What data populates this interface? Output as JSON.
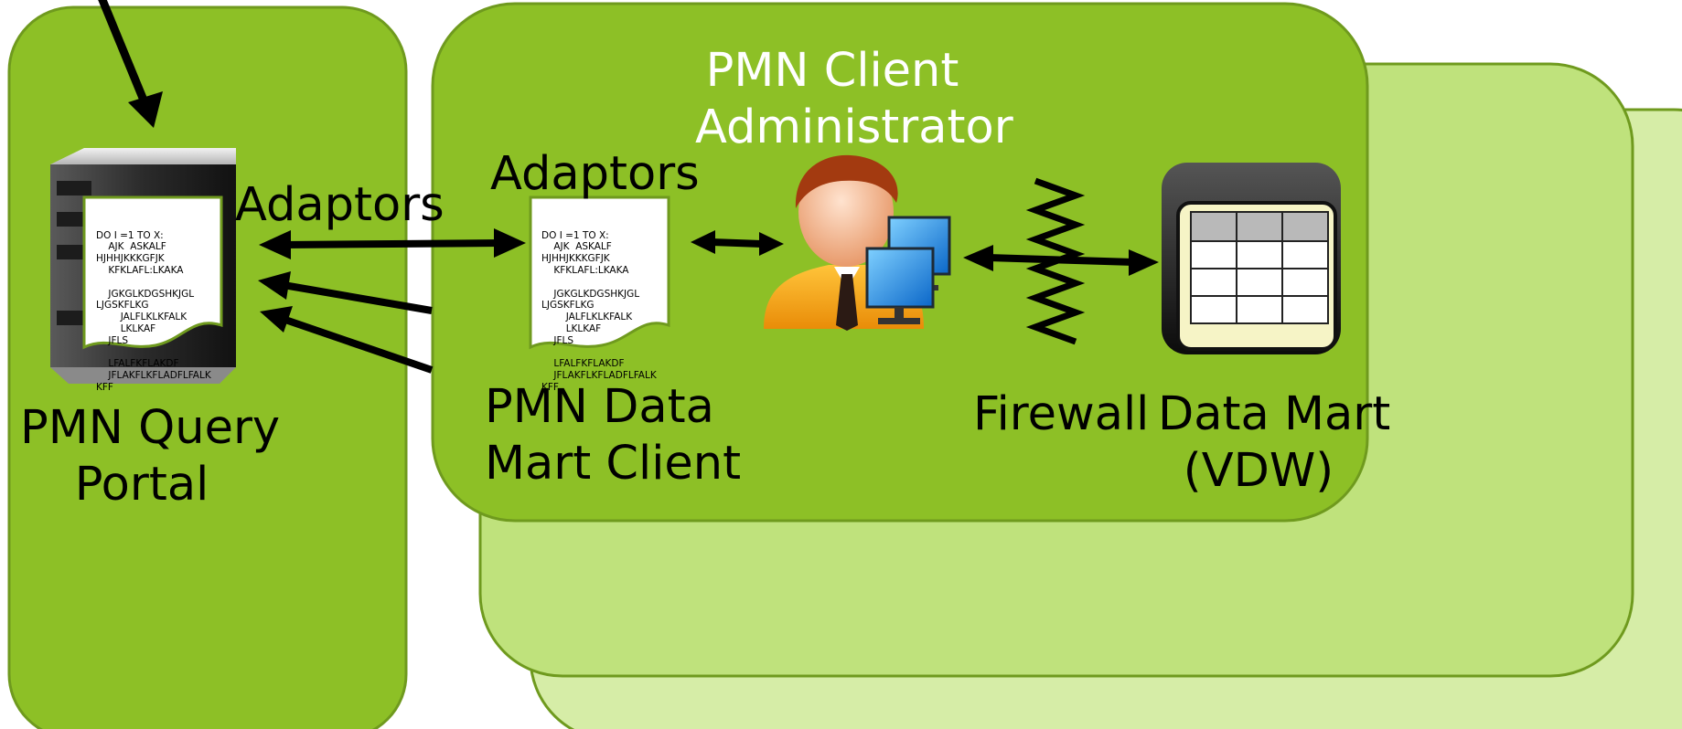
{
  "portal": {
    "label_lines": [
      "PMN Query",
      "Portal"
    ],
    "adaptors_label": "Adaptors",
    "code_lines": [
      "DO I =1 TO X:",
      "    AJK  ASKALF",
      "HJHHJKKKGFJK",
      "    KFKLAFL:LKAKA",
      "",
      "    JGKGLKDGSHKJGL",
      "LJGSKFLKG",
      "        JALFLKLKFALK",
      "        LKLKAF",
      "    JFLS",
      "",
      "    LFALFKFLAKDF",
      "    JFLAKFLKFLADFLFALK",
      "KFF"
    ]
  },
  "client": {
    "admin_lines": [
      "PMN Client",
      "Administrator"
    ],
    "adaptors_label": "Adaptors",
    "client_lines": [
      "PMN Data",
      "Mart Client"
    ],
    "firewall_label": "Firewall",
    "datamart_lines": [
      "Data Mart",
      "(VDW)"
    ],
    "code_lines": [
      "DO I =1 TO X:",
      "    AJK  ASKALF",
      "HJHHJKKKGFJK",
      "    KFKLAFL:LKAKA",
      "",
      "    JGKGLKDGSHKJGL",
      "LJGSKFLKG",
      "        JALFLKLKFALK",
      "        LKLKAF",
      "    JFLS",
      "",
      "    LFALFKFLAKDF",
      "    JFLAKFLKFLADFLFALK",
      "KFF"
    ]
  },
  "colors": {
    "panel_green": "#8dc026",
    "panel_border": "#6f9a1e",
    "stack_mid": "#bfe27c",
    "stack_back": "#d6eda7",
    "arrow": "#000000"
  },
  "icons": [
    "server-icon",
    "document-icon",
    "administrator-person-icon",
    "computer-monitors-icon",
    "firewall-icon",
    "data-table-icon"
  ]
}
